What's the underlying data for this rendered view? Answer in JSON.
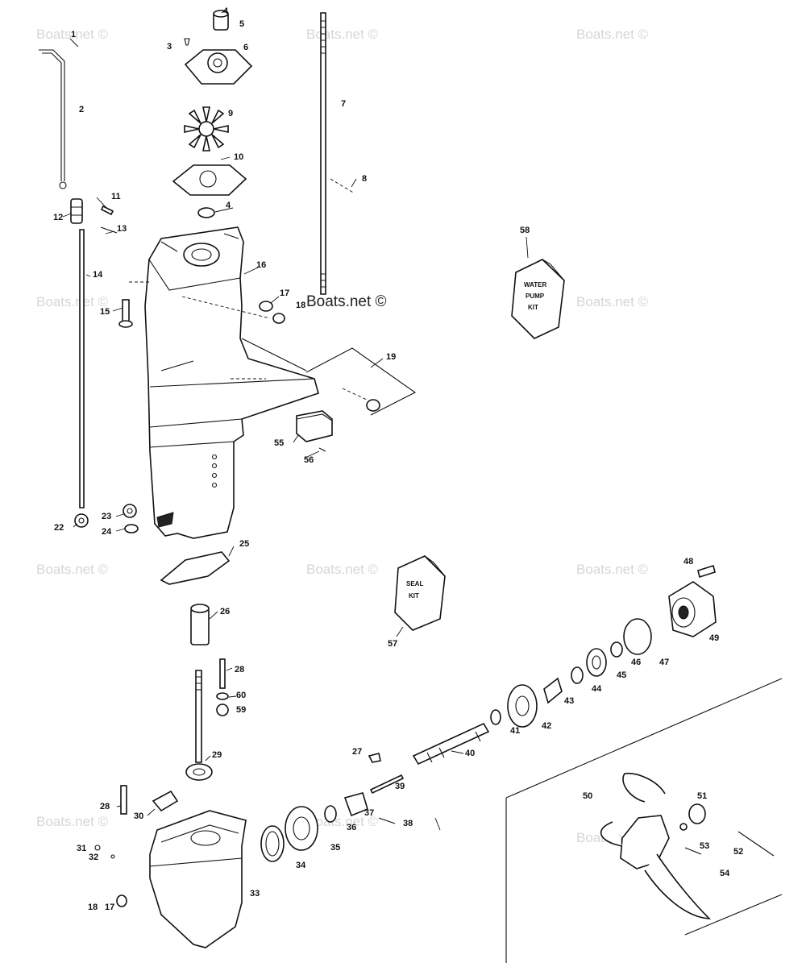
{
  "watermark": {
    "text": "Boats.net ©",
    "prominent_text": "Boats.net ©"
  },
  "kits": {
    "water_pump_kit": {
      "number": "58",
      "label_line1": "WATER",
      "label_line2": "PUMP",
      "label_line3": "KIT"
    },
    "seal_kit": {
      "number": "57",
      "label_line1": "SEAL",
      "label_line2": "KIT"
    }
  },
  "callouts": {
    "c1": "1",
    "c2": "2",
    "c3": "3",
    "c4a": "4",
    "c4b": "4",
    "c5": "5",
    "c6": "6",
    "c7": "7",
    "c8": "8",
    "c9": "9",
    "c10": "10",
    "c11": "11",
    "c12": "12",
    "c13": "13",
    "c14": "14",
    "c15": "15",
    "c16": "16",
    "c17a": "17",
    "c17b": "17",
    "c18a": "18",
    "c18b": "18",
    "c19": "19",
    "c22": "22",
    "c23": "23",
    "c24": "24",
    "c25": "25",
    "c26": "26",
    "c27": "27",
    "c28a": "28",
    "c28b": "28",
    "c29": "29",
    "c30": "30",
    "c31": "31",
    "c32": "32",
    "c33": "33",
    "c34": "34",
    "c35": "35",
    "c36": "36",
    "c37": "37",
    "c38": "38",
    "c39": "39",
    "c40": "40",
    "c41": "41",
    "c42": "42",
    "c43": "43",
    "c44": "44",
    "c45": "45",
    "c46": "46",
    "c47": "47",
    "c48": "48",
    "c49": "49",
    "c50": "50",
    "c51": "51",
    "c52": "52",
    "c53": "53",
    "c54": "54",
    "c55": "55",
    "c56": "56",
    "c59": "59",
    "c60": "60"
  },
  "colors": {
    "line": "#111111",
    "watermark": "#d6d6d6",
    "background": "#ffffff"
  }
}
